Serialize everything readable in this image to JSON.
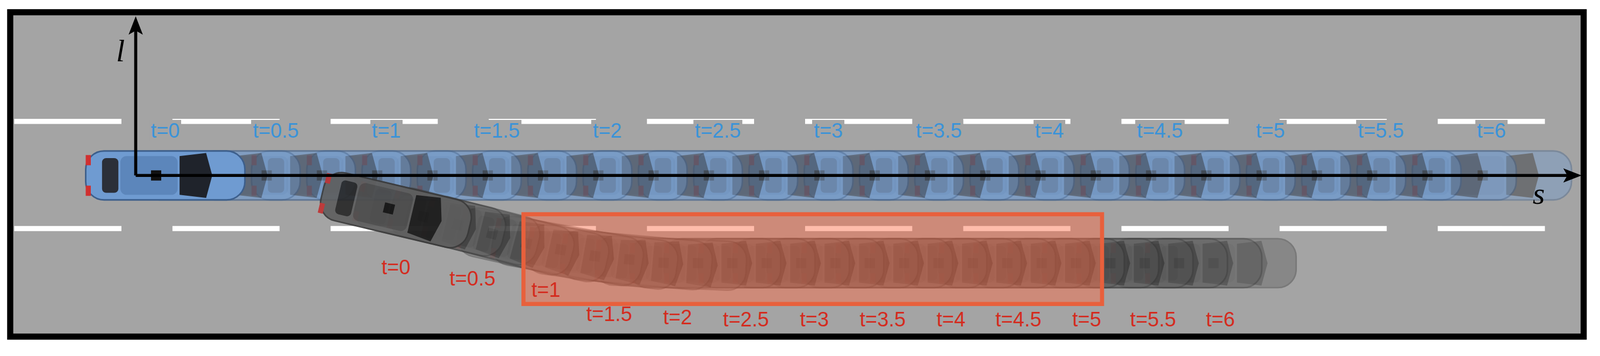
{
  "diagram": {
    "labels": [
      "l",
      "s",
      "t=0",
      "t=0.5",
      "t=1",
      "t=1.5",
      "t=2",
      "t=2.5",
      "t=3",
      "t=3.5",
      "t=4",
      "t=4.5",
      "t=5",
      "t=5.5",
      "t=6",
      "t=0",
      "t=0.5",
      "t=1",
      "t=1.5",
      "t=2",
      "t=2.5",
      "t=3",
      "t=3.5",
      "t=4",
      "t=4.5",
      "t=5",
      "t=5.5",
      "t=6"
    ]
  }
}
